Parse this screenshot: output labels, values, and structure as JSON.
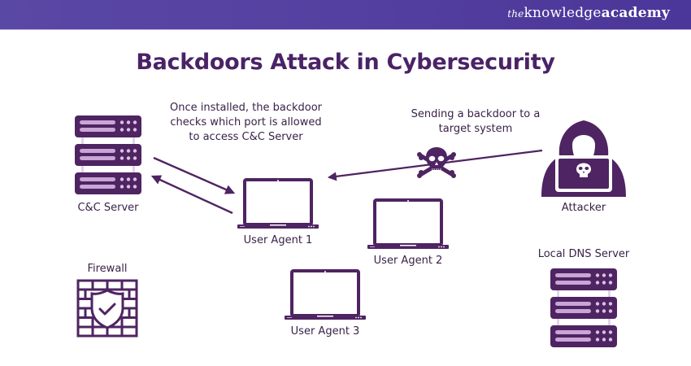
{
  "header": {
    "brand_the": "the",
    "brand_knowledge": "knowledge",
    "brand_academy": "academy",
    "accent_color": "#5440a0"
  },
  "title": "Backdoors Attack in Cybersecurity",
  "colors": {
    "primary": "#4a2366",
    "icon": "#4f2462",
    "icon_light": "#c9a6d6"
  },
  "nodes": {
    "cc_server": {
      "label": "C&C Server",
      "icon": "server-rack-icon"
    },
    "attacker": {
      "label": "Attacker",
      "icon": "hooded-hacker-icon"
    },
    "user_agent_1": {
      "label": "User Agent 1",
      "icon": "laptop-icon"
    },
    "user_agent_2": {
      "label": "User Agent 2",
      "icon": "laptop-icon"
    },
    "user_agent_3": {
      "label": "User Agent 3",
      "icon": "laptop-icon"
    },
    "firewall": {
      "label": "Firewall",
      "icon": "firewall-shield-icon"
    },
    "local_dns": {
      "label": "Local DNS Server",
      "icon": "server-rack-icon"
    }
  },
  "annotations": {
    "backdoor_check": [
      "Once installed, the backdoor",
      "checks which port is allowed",
      "to access C&C Server"
    ],
    "sending_backdoor": [
      "Sending a backdoor to a",
      "target system"
    ]
  },
  "edges": [
    {
      "from": "cc_server",
      "to": "user_agent_1",
      "direction": "to"
    },
    {
      "from": "user_agent_1",
      "to": "cc_server",
      "direction": "to"
    },
    {
      "from": "attacker",
      "to": "user_agent_1",
      "direction": "to",
      "marker": "skull-crossbones-icon"
    }
  ]
}
